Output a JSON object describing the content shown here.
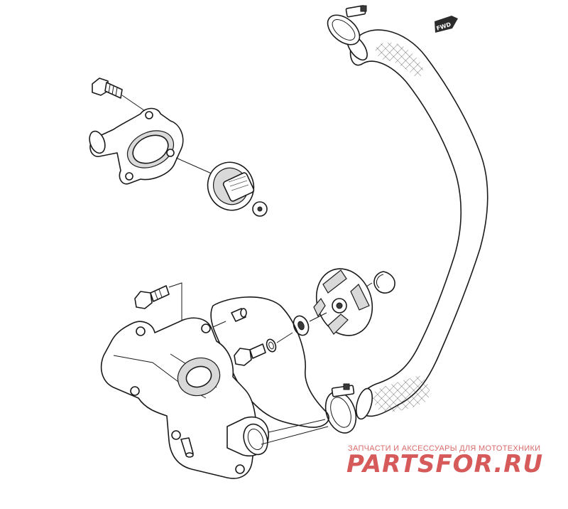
{
  "fwd_label": "FWD",
  "watermark": {
    "caption": "ЗАПЧАСТИ И АКСЕССУАРЫ ДЛЯ МОТОТЕХНИКИ",
    "brand": "PARTSFOR.RU"
  },
  "colors": {
    "line": "#1a1a1a",
    "watermark": "#d65a5a"
  }
}
